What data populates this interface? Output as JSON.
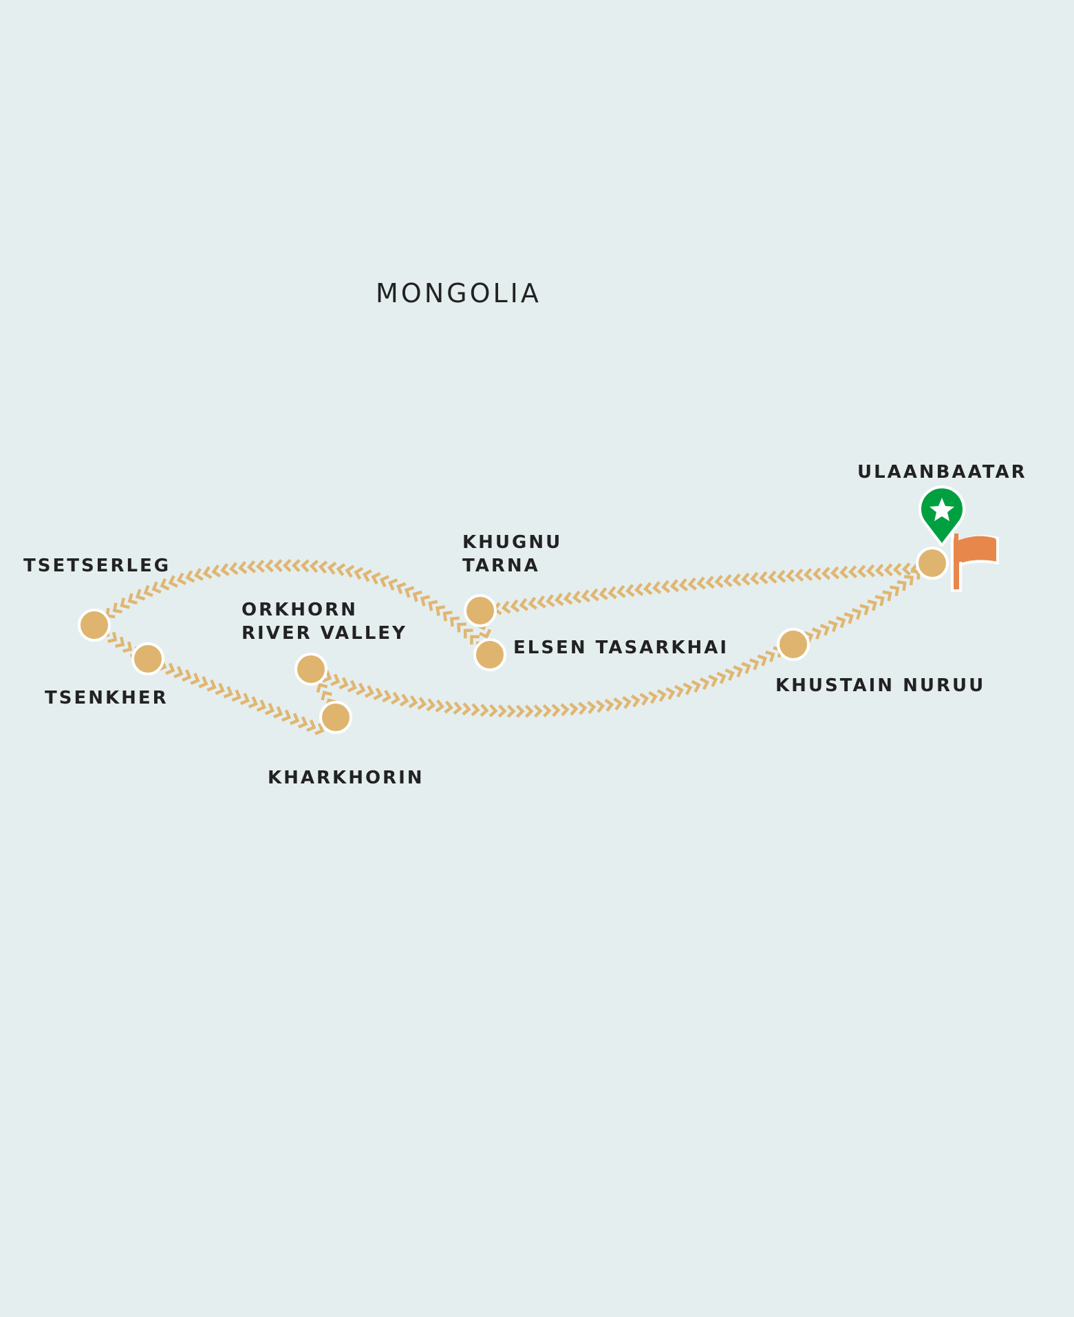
{
  "country": "MONGOLIA",
  "colors": {
    "background": "#e5eeee",
    "route": "#dfb672",
    "stop": "#dfb46f",
    "start_pin": "#00a040",
    "end_flag": "#e8874c",
    "text": "#222222"
  },
  "stops": [
    {
      "id": "ulaanbaatar",
      "name": "ULAANBAATAR",
      "icons": [
        "star-pin-icon",
        "flag-icon"
      ]
    },
    {
      "id": "khugnu-tarna",
      "name_lines": [
        "KHUGNU",
        "TARNA"
      ]
    },
    {
      "id": "elsen-tasarkhai",
      "name": "ELSEN TASARKHAI"
    },
    {
      "id": "tsetserleg",
      "name": "TSETSERLEG"
    },
    {
      "id": "tsenkher",
      "name": "TSENKHER"
    },
    {
      "id": "kharkhorin",
      "name": "KHARKHORIN"
    },
    {
      "id": "orkhorn-river-valley",
      "name_lines": [
        "ORKHORN",
        "RIVER VALLEY"
      ]
    },
    {
      "id": "khustain-nuruu",
      "name": "KHUSTAIN NURUU"
    }
  ]
}
